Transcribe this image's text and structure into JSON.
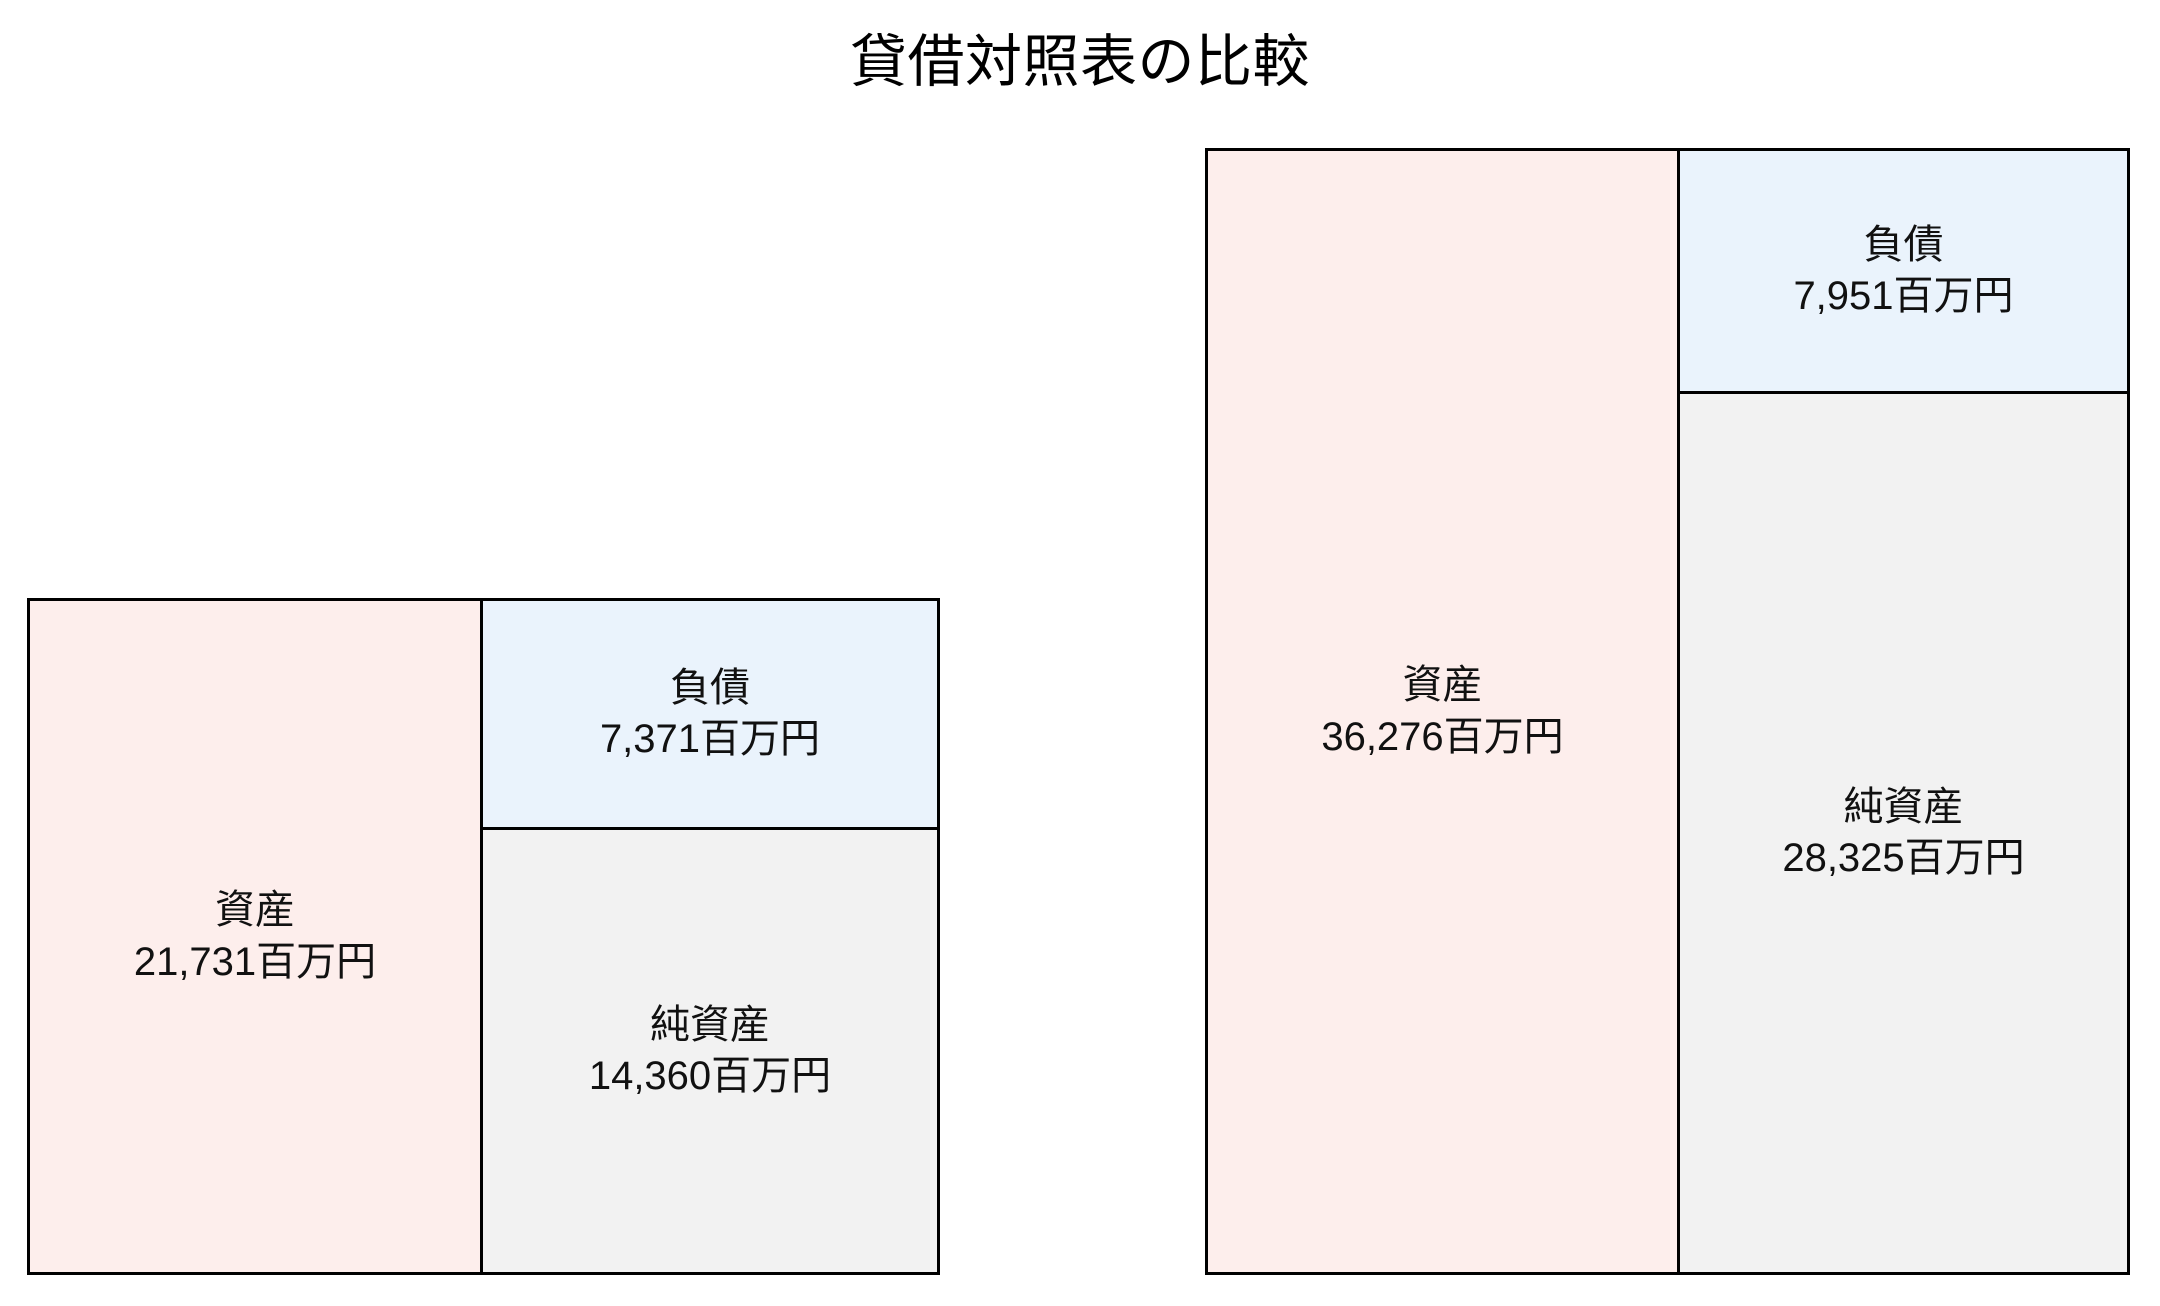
{
  "title": "貸借対照表の比較",
  "unit_suffix": "百万円",
  "colors": {
    "asset_fill": "#fdeeec",
    "liability_fill": "#eaf3fc",
    "equity_fill": "#f2f2f2",
    "border": "#000000",
    "background": "#ffffff",
    "text": "#111111"
  },
  "left_chart": {
    "asset_label": "資産\n21,731百万円",
    "liability_label": "負債\n7,371百万円",
    "equity_label": "純資産\n14,360百万円"
  },
  "right_chart": {
    "asset_label": "資産\n36,276百万円",
    "liability_label": "負債\n7,951百万円",
    "equity_label": "純資産\n28,325百万円"
  },
  "chart_data": {
    "type": "bar",
    "title": "貸借対照表の比較",
    "subtitle": "",
    "xlabel": "",
    "ylabel": "",
    "unit": "百万円",
    "grid": false,
    "legend": "none",
    "orientation": "vertical-stacked-pair",
    "description": "Two side-by-side balance-sheet block diagrams. Each has an Assets column on the left and a Liabilities (top) / Net assets (bottom) column on the right. Heights are proportional to amounts; the right chart's total is larger than the left chart's.",
    "charts": [
      {
        "name": "left",
        "position": "left",
        "total_assets": 21731,
        "items": [
          {
            "key": "assets",
            "label": "資産",
            "value": 21731,
            "value_text": "21,731百万円",
            "side": "left",
            "fill": "#fdeeec"
          },
          {
            "key": "liabilities",
            "label": "負債",
            "value": 7371,
            "value_text": "7,371百万円",
            "side": "right",
            "fill": "#eaf3fc"
          },
          {
            "key": "net_assets",
            "label": "純資産",
            "value": 14360,
            "value_text": "14,360百万円",
            "side": "right",
            "fill": "#f2f2f2"
          }
        ]
      },
      {
        "name": "right",
        "position": "right",
        "total_assets": 36276,
        "items": [
          {
            "key": "assets",
            "label": "資産",
            "value": 36276,
            "value_text": "36,276百万円",
            "side": "left",
            "fill": "#fdeeec"
          },
          {
            "key": "liabilities",
            "label": "負債",
            "value": 7951,
            "value_text": "7,951百万円",
            "side": "right",
            "fill": "#eaf3fc"
          },
          {
            "key": "net_assets",
            "label": "純資産",
            "value": 28325,
            "value_text": "28,325百万円",
            "side": "right",
            "fill": "#f2f2f2"
          }
        ]
      }
    ]
  }
}
